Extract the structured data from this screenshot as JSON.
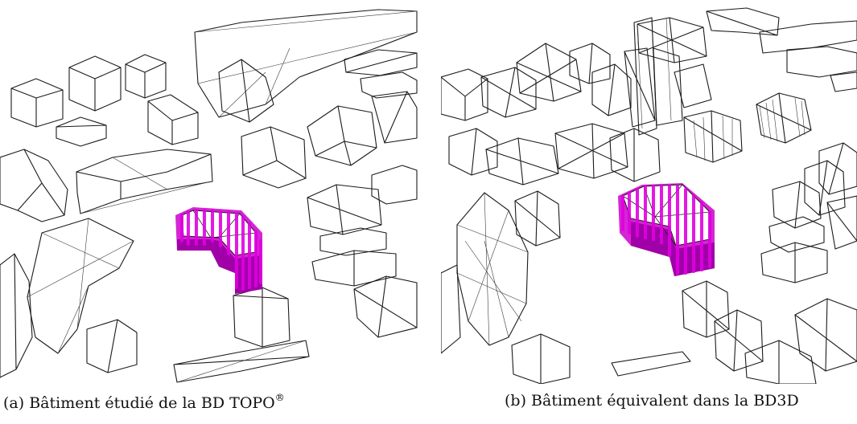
{
  "figure": {
    "panels": [
      {
        "id": "a",
        "caption_label": "(a)",
        "caption_text": "Bâtiment étudié de la BD TOPO",
        "caption_mark": "®",
        "highlight_color": "#e000e0"
      },
      {
        "id": "b",
        "caption_label": "(b)",
        "caption_text": "Bâtiment équivalent dans la BD3D",
        "highlight_color": "#e000e0"
      }
    ]
  }
}
